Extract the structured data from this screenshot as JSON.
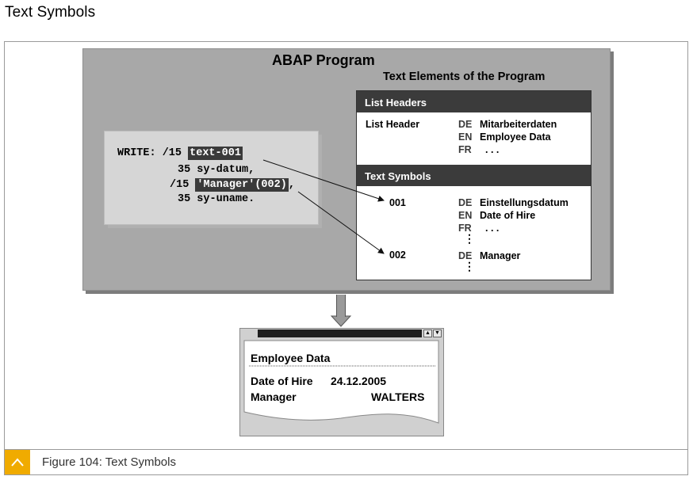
{
  "page_heading": "Text Symbols",
  "program": {
    "title": "ABAP Program",
    "text_elements_title": "Text Elements of the Program"
  },
  "code": {
    "line1_prefix": "WRITE: /15 ",
    "line1_hl": "text-001",
    "line2": "35 sy-datum,",
    "line3_prefix": "/15 ",
    "line3_hl": "'Manager'(002)",
    "line3_suffix": ",",
    "line4": "35 sy-uname."
  },
  "list_headers": {
    "header": "List Headers",
    "label": "List Header",
    "entries": [
      {
        "lang": "DE",
        "text": "Mitarbeiterdaten"
      },
      {
        "lang": "EN",
        "text": "Employee Data"
      },
      {
        "lang": "FR",
        "text": ". . ."
      }
    ]
  },
  "text_symbols": {
    "header": "Text Symbols",
    "sym1": {
      "id": "001",
      "entries": [
        {
          "lang": "DE",
          "text": "Einstellungsdatum"
        },
        {
          "lang": "EN",
          "text": "Date of Hire"
        },
        {
          "lang": "FR",
          "text": ". . ."
        }
      ]
    },
    "sym2": {
      "id": "002",
      "entries": [
        {
          "lang": "DE",
          "text": "Manager"
        }
      ]
    },
    "vdots": "⋮"
  },
  "output_screen": {
    "title": "Employee Data",
    "row1_label": "Date of Hire",
    "row1_value": "24.12.2005",
    "row2_label": "Manager",
    "row2_value": "WALTERS",
    "btn_up": "▲",
    "btn_down": "▼"
  },
  "caption": "Figure 104: Text Symbols",
  "colors": {
    "accent": "#f0ab00",
    "program_bg": "#a8a8a8",
    "panel_header": "#3b3b3b"
  }
}
